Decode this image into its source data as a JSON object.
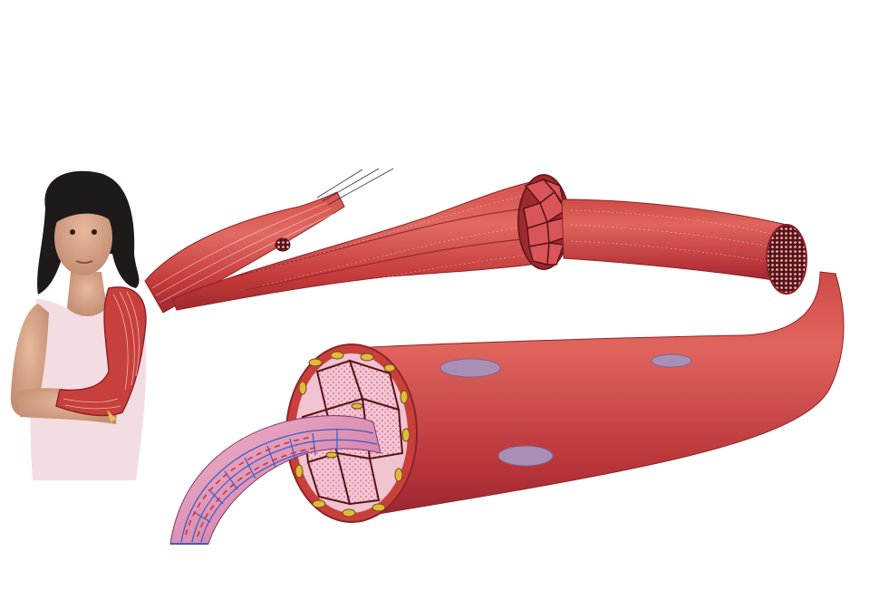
{
  "figure": {
    "labels": [],
    "colors": {
      "muscle": "#c8403c",
      "muscle_dark": "#9e2a2e",
      "muscle_light": "#e06a62",
      "fascia_lines": "#ffffff",
      "myofibril_pink": "#e9a9c2",
      "nucleus": "#a98fb6",
      "fat_cell": "#e2b93a",
      "tubule_blue": "#3a5bc8",
      "skin": "#d9a88c",
      "hair": "#222222",
      "tank_top": "#f4dde2"
    },
    "parts": [
      "person-with-arm-muscles",
      "whole-muscle",
      "muscle-fascicle-bundle",
      "single-fascicle",
      "muscle-fiber",
      "myofibril"
    ]
  }
}
